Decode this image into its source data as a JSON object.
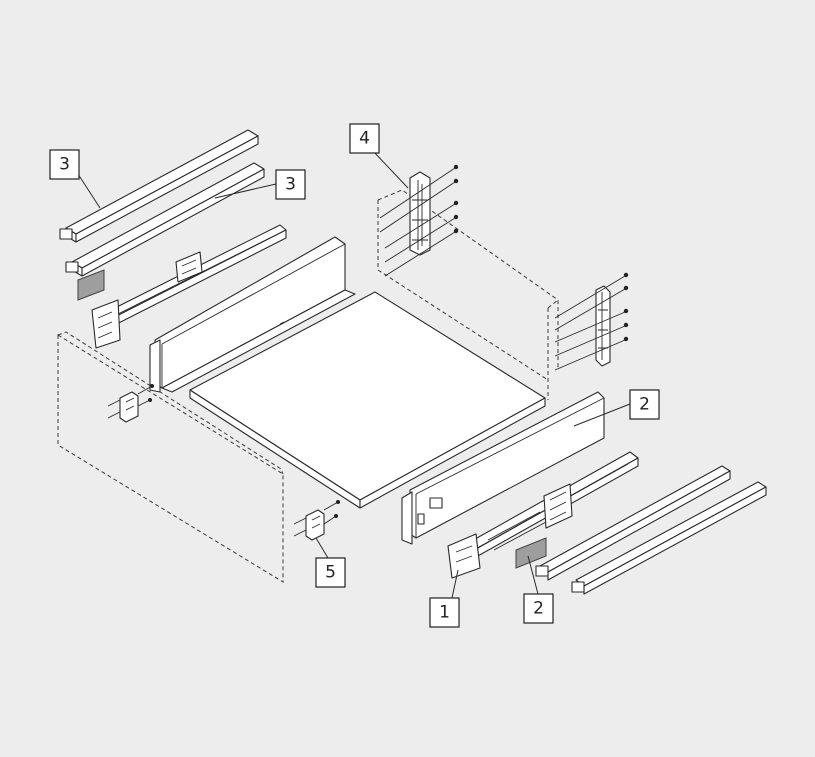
{
  "callouts": {
    "c3a": "3",
    "c3b": "3",
    "c4": "4",
    "c2a": "2",
    "c1": "1",
    "c2b": "2",
    "c5": "5"
  }
}
